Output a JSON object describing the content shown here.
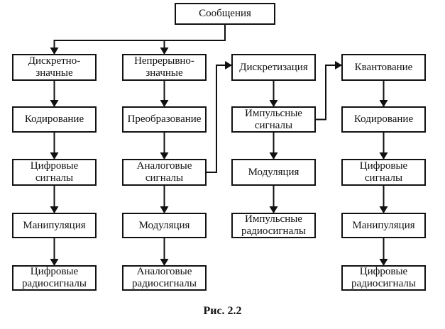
{
  "diagram": {
    "root": {
      "id": "messages",
      "label": "Сообщения"
    },
    "columns": [
      {
        "name": "discrete-valued",
        "nodes": [
          {
            "id": "c1n1",
            "label": "Дискретно-\nзначные"
          },
          {
            "id": "c1n2",
            "label": "Кодирование"
          },
          {
            "id": "c1n3",
            "label": "Цифровые\nсигналы"
          },
          {
            "id": "c1n4",
            "label": "Манипуляция"
          },
          {
            "id": "c1n5",
            "label": "Цифровые\nрадиосигналы"
          }
        ]
      },
      {
        "name": "continuous-valued",
        "nodes": [
          {
            "id": "c2n1",
            "label": "Непрерывно-\nзначные"
          },
          {
            "id": "c2n2",
            "label": "Преобразование"
          },
          {
            "id": "c2n3",
            "label": "Аналоговые\nсигналы"
          },
          {
            "id": "c2n4",
            "label": "Модуляция"
          },
          {
            "id": "c2n5",
            "label": "Аналоговые\nрадиосигналы"
          }
        ]
      },
      {
        "name": "sampling",
        "nodes": [
          {
            "id": "c3n1",
            "label": "Дискретизация"
          },
          {
            "id": "c3n2",
            "label": "Импульсные\nсигналы"
          },
          {
            "id": "c3n3",
            "label": "Модуляция"
          },
          {
            "id": "c3n4",
            "label": "Импульсные\nрадиосигналы"
          }
        ]
      },
      {
        "name": "quantization",
        "nodes": [
          {
            "id": "c4n1",
            "label": "Квантование"
          },
          {
            "id": "c4n2",
            "label": "Кодирование"
          },
          {
            "id": "c4n3",
            "label": "Цифровые\nсигналы"
          },
          {
            "id": "c4n4",
            "label": "Манипуляция"
          },
          {
            "id": "c4n5",
            "label": "Цифровые\nрадиосигналы"
          }
        ]
      }
    ],
    "edges": [
      [
        "messages",
        "c1n1"
      ],
      [
        "messages",
        "c2n1"
      ],
      [
        "c1n1",
        "c1n2"
      ],
      [
        "c1n2",
        "c1n3"
      ],
      [
        "c1n3",
        "c1n4"
      ],
      [
        "c1n4",
        "c1n5"
      ],
      [
        "c2n1",
        "c2n2"
      ],
      [
        "c2n2",
        "c2n3"
      ],
      [
        "c2n3",
        "c2n4"
      ],
      [
        "c2n4",
        "c2n5"
      ],
      [
        "c2n3",
        "c3n1"
      ],
      [
        "c3n1",
        "c3n2"
      ],
      [
        "c3n2",
        "c3n3"
      ],
      [
        "c3n3",
        "c3n4"
      ],
      [
        "c3n2",
        "c4n1"
      ],
      [
        "c4n1",
        "c4n2"
      ],
      [
        "c4n2",
        "c4n3"
      ],
      [
        "c4n3",
        "c4n4"
      ],
      [
        "c4n4",
        "c4n5"
      ]
    ]
  },
  "caption": "Рис. 2.2"
}
